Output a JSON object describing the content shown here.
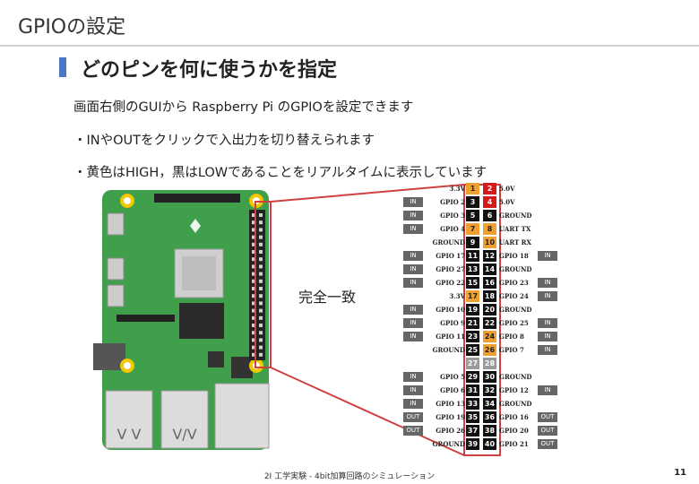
{
  "slide": {
    "title": "GPIOの設定",
    "heading": "どのピンを何に使うかを指定",
    "lines": [
      "画面右側のGUIから Raspberry Pi のGPIOを設定できます",
      "・INやOUTをクリックで入出力を切り替えられます",
      "・黄色はHIGH，黒はLOWであることをリアルタイムに表示しています"
    ],
    "match_label": "完全一致",
    "footer": "2I 工学実験 - 4bit加算回路のシミュレーション",
    "page": "11"
  },
  "colors": {
    "high": "#f0a030",
    "low": "#111111",
    "power": "#d41a1a",
    "accent": "#4a78c2",
    "outline": "#d04040"
  },
  "pins": [
    {
      "ll": "3.3V",
      "lp": "1",
      "lc": "high",
      "rp": "2",
      "rc": "power",
      "rl": "5.0V",
      "li": "",
      "ri": ""
    },
    {
      "ll": "GPIO 2",
      "lp": "3",
      "lc": "low",
      "rp": "4",
      "rc": "power",
      "rl": "5.0V",
      "li": "IN",
      "ri": ""
    },
    {
      "ll": "GPIO 3",
      "lp": "5",
      "lc": "low",
      "rp": "6",
      "rc": "low",
      "rl": "GROUND",
      "li": "IN",
      "ri": ""
    },
    {
      "ll": "GPIO 4",
      "lp": "7",
      "lc": "high",
      "rp": "8",
      "rc": "high",
      "rl": "UART TX",
      "li": "IN",
      "ri": ""
    },
    {
      "ll": "GROUND",
      "lp": "9",
      "lc": "low",
      "rp": "10",
      "rc": "high",
      "rl": "UART RX",
      "li": "",
      "ri": ""
    },
    {
      "ll": "GPIO 17",
      "lp": "11",
      "lc": "low",
      "rp": "12",
      "rc": "low",
      "rl": "GPIO 18",
      "li": "IN",
      "ri": "IN"
    },
    {
      "ll": "GPIO 27",
      "lp": "13",
      "lc": "low",
      "rp": "14",
      "rc": "low",
      "rl": "GROUND",
      "li": "IN",
      "ri": ""
    },
    {
      "ll": "GPIO 22",
      "lp": "15",
      "lc": "low",
      "rp": "16",
      "rc": "low",
      "rl": "GPIO 23",
      "li": "IN",
      "ri": "IN"
    },
    {
      "ll": "3.3V",
      "lp": "17",
      "lc": "high",
      "rp": "18",
      "rc": "low",
      "rl": "GPIO 24",
      "li": "",
      "ri": "IN"
    },
    {
      "ll": "GPIO 10",
      "lp": "19",
      "lc": "low",
      "rp": "20",
      "rc": "low",
      "rl": "GROUND",
      "li": "IN",
      "ri": ""
    },
    {
      "ll": "GPIO 9",
      "lp": "21",
      "lc": "low",
      "rp": "22",
      "rc": "low",
      "rl": "GPIO 25",
      "li": "IN",
      "ri": "IN"
    },
    {
      "ll": "GPIO 11",
      "lp": "23",
      "lc": "low",
      "rp": "24",
      "rc": "high",
      "rl": "GPIO 8",
      "li": "IN",
      "ri": "IN"
    },
    {
      "ll": "GROUND",
      "lp": "25",
      "lc": "low",
      "rp": "26",
      "rc": "high",
      "rl": "GPIO 7",
      "li": "",
      "ri": "IN"
    },
    {
      "ll": "",
      "lp": "27",
      "lc": "gray",
      "rp": "28",
      "rc": "gray",
      "rl": "",
      "li": "",
      "ri": ""
    },
    {
      "ll": "GPIO 5",
      "lp": "29",
      "lc": "low",
      "rp": "30",
      "rc": "low",
      "rl": "GROUND",
      "li": "IN",
      "ri": ""
    },
    {
      "ll": "GPIO 6",
      "lp": "31",
      "lc": "low",
      "rp": "32",
      "rc": "low",
      "rl": "GPIO 12",
      "li": "IN",
      "ri": "IN"
    },
    {
      "ll": "GPIO 13",
      "lp": "33",
      "lc": "low",
      "rp": "34",
      "rc": "low",
      "rl": "GROUND",
      "li": "IN",
      "ri": ""
    },
    {
      "ll": "GPIO 19",
      "lp": "35",
      "lc": "low",
      "rp": "36",
      "rc": "low",
      "rl": "GPIO 16",
      "li": "OUT",
      "ri": "OUT"
    },
    {
      "ll": "GPIO 26",
      "lp": "37",
      "lc": "low",
      "rp": "38",
      "rc": "low",
      "rl": "GPIO 20",
      "li": "OUT",
      "ri": "OUT"
    },
    {
      "ll": "GROUND",
      "lp": "39",
      "lc": "low",
      "rp": "40",
      "rc": "low",
      "rl": "GPIO 21",
      "li": "",
      "ri": "OUT"
    }
  ]
}
